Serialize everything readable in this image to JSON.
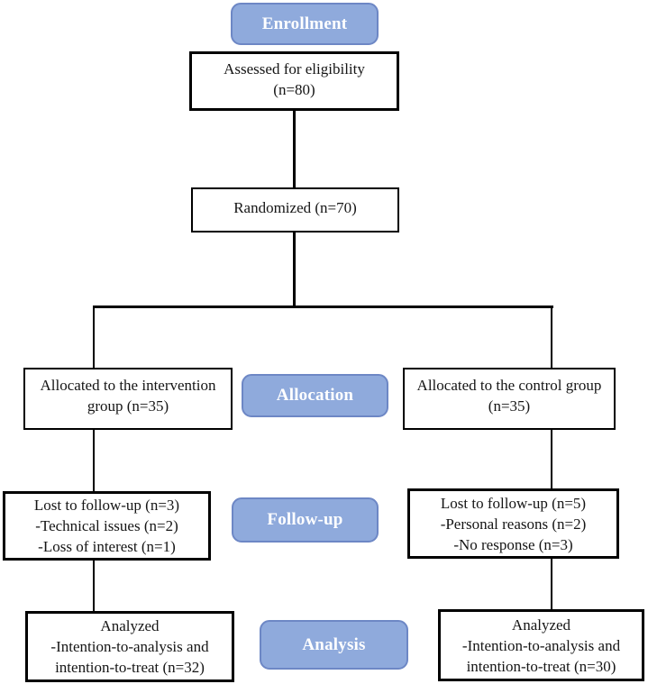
{
  "stages": {
    "enrollment": {
      "label": "Enrollment"
    },
    "allocation": {
      "label": "Allocation"
    },
    "followup": {
      "label": "Follow-up"
    },
    "analysis": {
      "label": "Analysis"
    }
  },
  "boxes": {
    "assessed": {
      "lines": [
        "Assessed for eligibility",
        "(n=80)"
      ]
    },
    "randomized": {
      "lines": [
        "Randomized (n=70)"
      ]
    },
    "allocated_intervention": {
      "lines": [
        "Allocated to the intervention",
        "group (n=35)"
      ]
    },
    "allocated_control": {
      "lines": [
        "Allocated to the control group",
        "(n=35)"
      ]
    },
    "lost_intervention": {
      "lines": [
        "Lost to follow-up (n=3)",
        "-Technical issues (n=2)",
        "-Loss of interest (n=1)"
      ]
    },
    "lost_control": {
      "lines": [
        "Lost to follow-up (n=5)",
        "-Personal reasons (n=2)",
        "-No response (n=3)"
      ]
    },
    "analyzed_intervention": {
      "lines": [
        "Analyzed",
        "-Intention-to-analysis and",
        "intention-to-treat (n=32)"
      ]
    },
    "analyzed_control": {
      "lines": [
        "Analyzed",
        "-Intention-to-analysis and",
        "intention-to-treat (n=30)"
      ]
    }
  },
  "colors": {
    "stage_fill": "#8FAADC",
    "stage_border": "#6D87C5",
    "stage_text": "#FFFFFF",
    "box_fill": "#FFFFFF",
    "box_border": "#000000",
    "connector": "#000000"
  }
}
